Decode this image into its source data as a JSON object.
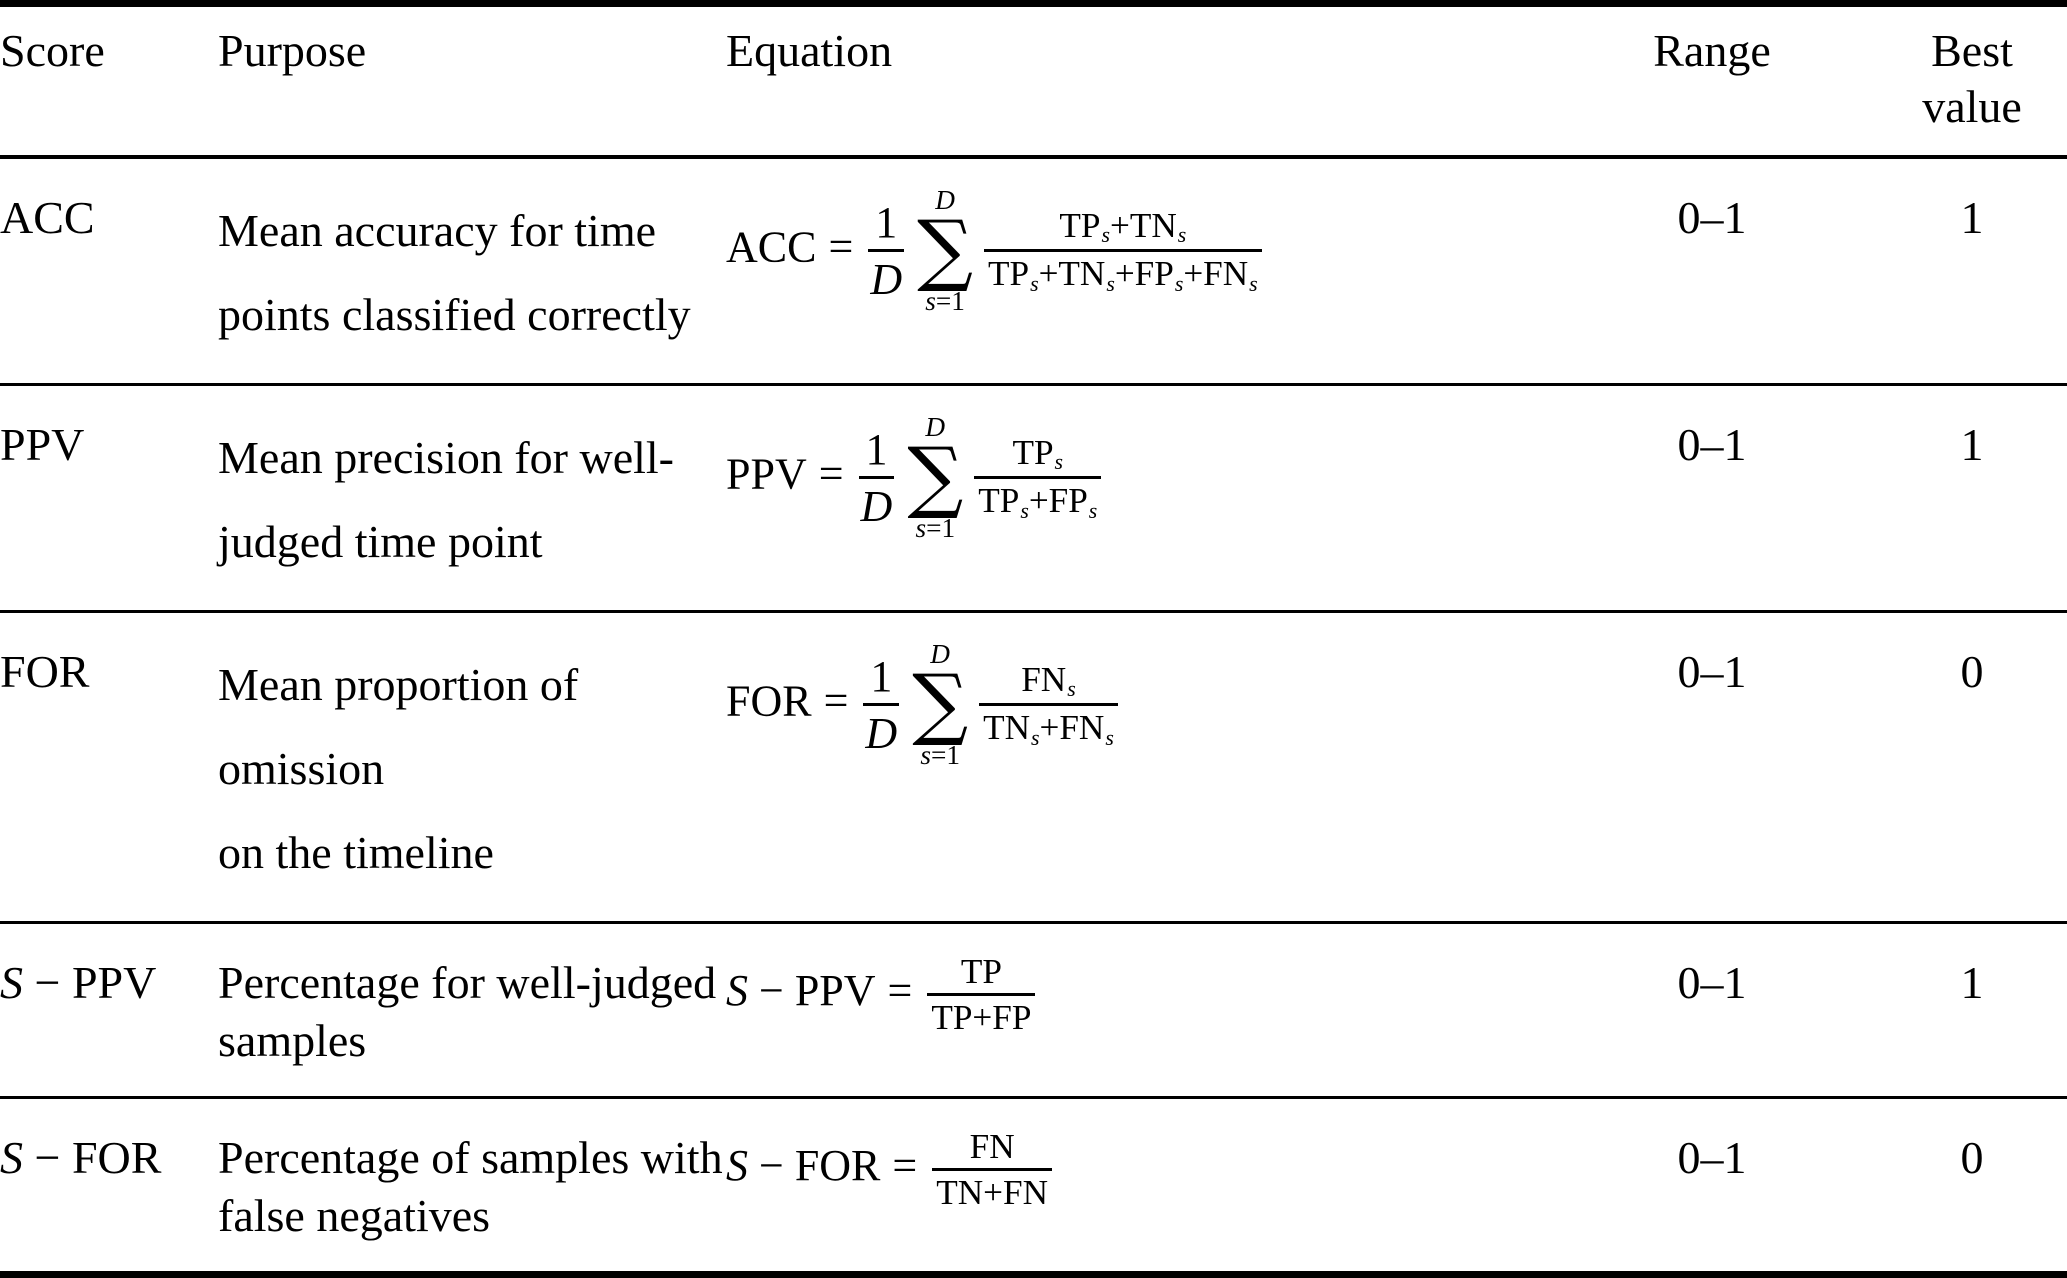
{
  "table": {
    "caption_present": false,
    "columns": [
      {
        "key": "score",
        "label": "Score",
        "align": "left"
      },
      {
        "key": "purpose",
        "label": "Purpose",
        "align": "left"
      },
      {
        "key": "equation",
        "label": "Equation",
        "align": "left"
      },
      {
        "key": "range",
        "label": "Range",
        "align": "center"
      },
      {
        "key": "best",
        "label": "Best value",
        "align": "center",
        "label_line1": "Best",
        "label_line2": "value"
      }
    ],
    "rows": [
      {
        "score": "ACC",
        "score_italic_prefix": "",
        "purpose": "Mean accuracy for time points classified correctly",
        "purpose_line1": "Mean accuracy for time",
        "purpose_line2": "points classified correctly",
        "equation_text": "ACC = (1/D) Σ(s=1..D) (TPₛ+TNₛ)/(TPₛ+TNₛ+FPₛ+FNₛ)",
        "equation": {
          "lhs": "ACC",
          "op": "=",
          "prefactor_num": "1",
          "prefactor_den": "D",
          "sum_upper": "D",
          "sum_lower_var": "s",
          "sum_lower_eq": "=",
          "sum_lower_val": "1",
          "frac_num": [
            "TP",
            "+",
            "TN"
          ],
          "frac_num_subs": [
            "s",
            "",
            "s"
          ],
          "frac_den": [
            "TP",
            "+",
            "TN",
            "+",
            "FP",
            "+",
            "FN"
          ],
          "frac_den_subs": [
            "s",
            "",
            "s",
            "",
            "s",
            "",
            "s"
          ]
        },
        "range": "0–1",
        "best": "1"
      },
      {
        "score": "PPV",
        "score_italic_prefix": "",
        "purpose": "Mean precision for well-judged time point",
        "purpose_line1": "Mean precision for well-",
        "purpose_line2": "judged time point",
        "equation_text": "PPV = (1/D) Σ(s=1..D) TPₛ/(TPₛ+FPₛ)",
        "equation": {
          "lhs": "PPV",
          "op": "=",
          "prefactor_num": "1",
          "prefactor_den": "D",
          "sum_upper": "D",
          "sum_lower_var": "s",
          "sum_lower_eq": "=",
          "sum_lower_val": "1",
          "frac_num": [
            "TP"
          ],
          "frac_num_subs": [
            "s"
          ],
          "frac_den": [
            "TP",
            "+",
            "FP"
          ],
          "frac_den_subs": [
            "s",
            "",
            "s"
          ]
        },
        "range": "0–1",
        "best": "1"
      },
      {
        "score": "FOR",
        "score_italic_prefix": "",
        "purpose": "Mean proportion of omission on the timeline",
        "purpose_line1": "Mean proportion of omission",
        "purpose_line2": "on the timeline",
        "equation_text": "FOR = (1/D) Σ(s=1..D) FNₛ/(TNₛ+FNₛ)",
        "equation": {
          "lhs": "FOR",
          "op": "=",
          "prefactor_num": "1",
          "prefactor_den": "D",
          "sum_upper": "D",
          "sum_lower_var": "s",
          "sum_lower_eq": "=",
          "sum_lower_val": "1",
          "frac_num": [
            "FN"
          ],
          "frac_num_subs": [
            "s"
          ],
          "frac_den": [
            "TN",
            "+",
            "FN"
          ],
          "frac_den_subs": [
            "s",
            "",
            "s"
          ]
        },
        "range": "0–1",
        "best": "0"
      },
      {
        "score": "S − PPV",
        "score_italic_prefix": "S",
        "score_rest": "− PPV",
        "purpose": "Percentage for well-judged samples",
        "purpose_line1": "Percentage for well-judged",
        "purpose_line2": "samples",
        "equation_text": "S − PPV = TP/(TP+FP)",
        "equation": {
          "lhs_italic": "S",
          "lhs_rest": "− PPV",
          "op": "=",
          "frac_num": [
            "TP"
          ],
          "frac_num_subs": [
            ""
          ],
          "frac_den": [
            "TP",
            "+",
            "FP"
          ],
          "frac_den_subs": [
            "",
            "",
            ""
          ]
        },
        "range": "0–1",
        "best": "1"
      },
      {
        "score": "S − FOR",
        "score_italic_prefix": "S",
        "score_rest": "− FOR",
        "purpose": "Percentage of samples with false negatives",
        "purpose_line1": "Percentage of samples with",
        "purpose_line2": "false negatives",
        "equation_text": "S − FOR = FN/(TN+FN)",
        "equation": {
          "lhs_italic": "S",
          "lhs_rest": "− FOR",
          "op": "=",
          "frac_num": [
            "FN"
          ],
          "frac_num_subs": [
            ""
          ],
          "frac_den": [
            "TN",
            "+",
            "FN"
          ],
          "frac_den_subs": [
            "",
            "",
            ""
          ]
        },
        "range": "0–1",
        "best": "0"
      }
    ]
  },
  "symbols": {
    "sigma": "∑",
    "minus": "−",
    "plus": "+",
    "equals": "="
  },
  "colors": {
    "text": "#000000",
    "background": "#ffffff",
    "rule": "#000000"
  }
}
